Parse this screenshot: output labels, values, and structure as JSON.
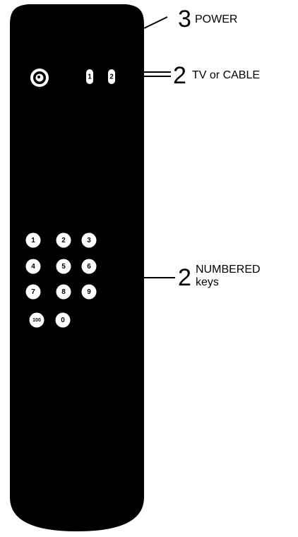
{
  "callouts": {
    "power": {
      "number": "3",
      "label": "POWER"
    },
    "tv_cable": {
      "number": "2",
      "label": "TV or CABLE"
    },
    "numbered": {
      "number": "2",
      "label_line1": "NUMBERED",
      "label_line2": "keys"
    }
  },
  "remote": {
    "color": "#000000",
    "key_color": "#ffffff",
    "mode_keys": [
      "1",
      "2"
    ],
    "number_keys": [
      "1",
      "2",
      "3",
      "4",
      "5",
      "6",
      "7",
      "8",
      "9",
      "100",
      "0"
    ]
  }
}
